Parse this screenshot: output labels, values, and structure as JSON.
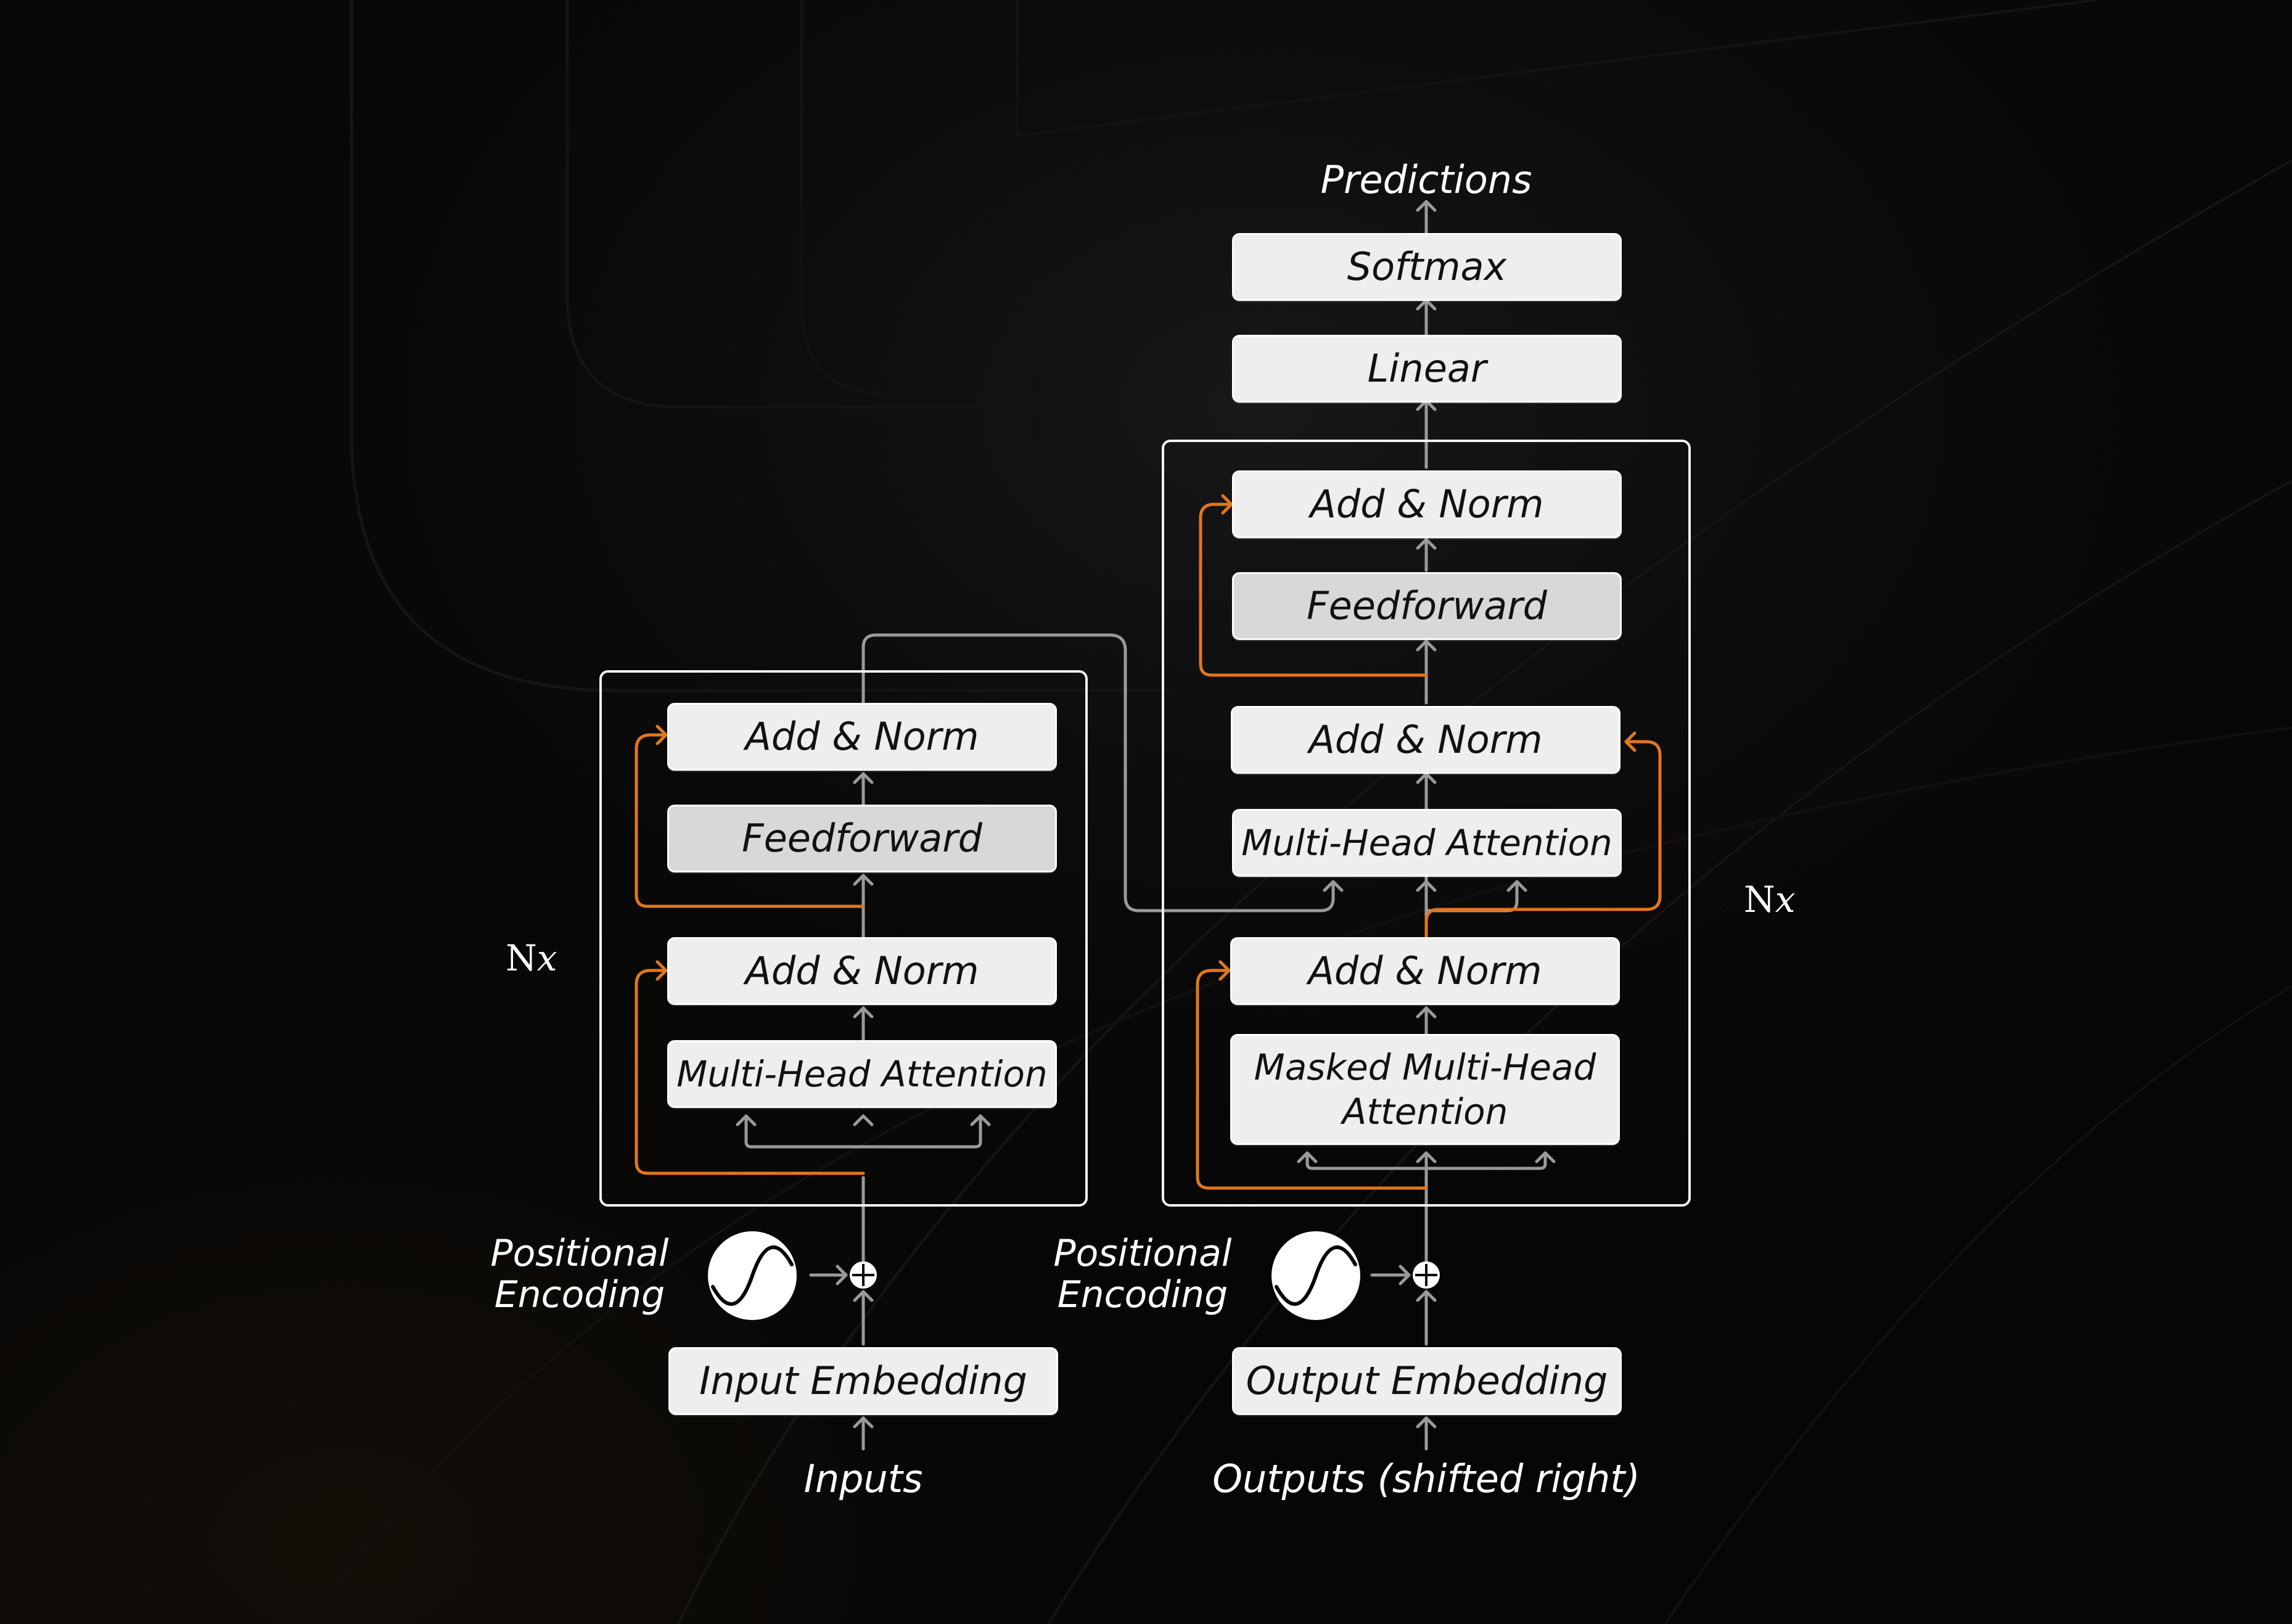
{
  "colors": {
    "background": "#060606",
    "block_fill": "#eeeeee",
    "feedforward_fill": "#d8d8d8",
    "residual_line": "#e2771d",
    "flow_line": "#9a9a9a",
    "frame": "#f2f2f2",
    "text_light": "#ffffff",
    "text_dark": "#111111"
  },
  "encoder": {
    "repeat_label": "N",
    "repeat_label_var": "x",
    "add_norm_top": "Add & Norm",
    "feedforward": "Feedforward",
    "add_norm_bottom": "Add & Norm",
    "attention": "Multi-Head Attention",
    "positional_encoding": [
      "Positional",
      "Encoding"
    ],
    "embedding": "Input Embedding",
    "input_label": "Inputs"
  },
  "decoder": {
    "repeat_label": "N",
    "repeat_label_var": "x",
    "add_norm_top": "Add & Norm",
    "feedforward": "Feedforward",
    "add_norm_middle": "Add & Norm",
    "attention": "Multi-Head Attention",
    "add_norm_bottom": "Add & Norm",
    "masked_attention": [
      "Masked Multi-Head",
      "Attention"
    ],
    "positional_encoding": [
      "Positional",
      "Encoding"
    ],
    "embedding": "Output Embedding",
    "input_label": "Outputs (shifted right)"
  },
  "head": {
    "output_label": "Predictions",
    "softmax": "Softmax",
    "linear": "Linear"
  },
  "icons": {
    "positional_encoding": "sine-wave-icon",
    "sum_node": "plus-circle-icon",
    "arrow": "arrow-head-icon"
  }
}
